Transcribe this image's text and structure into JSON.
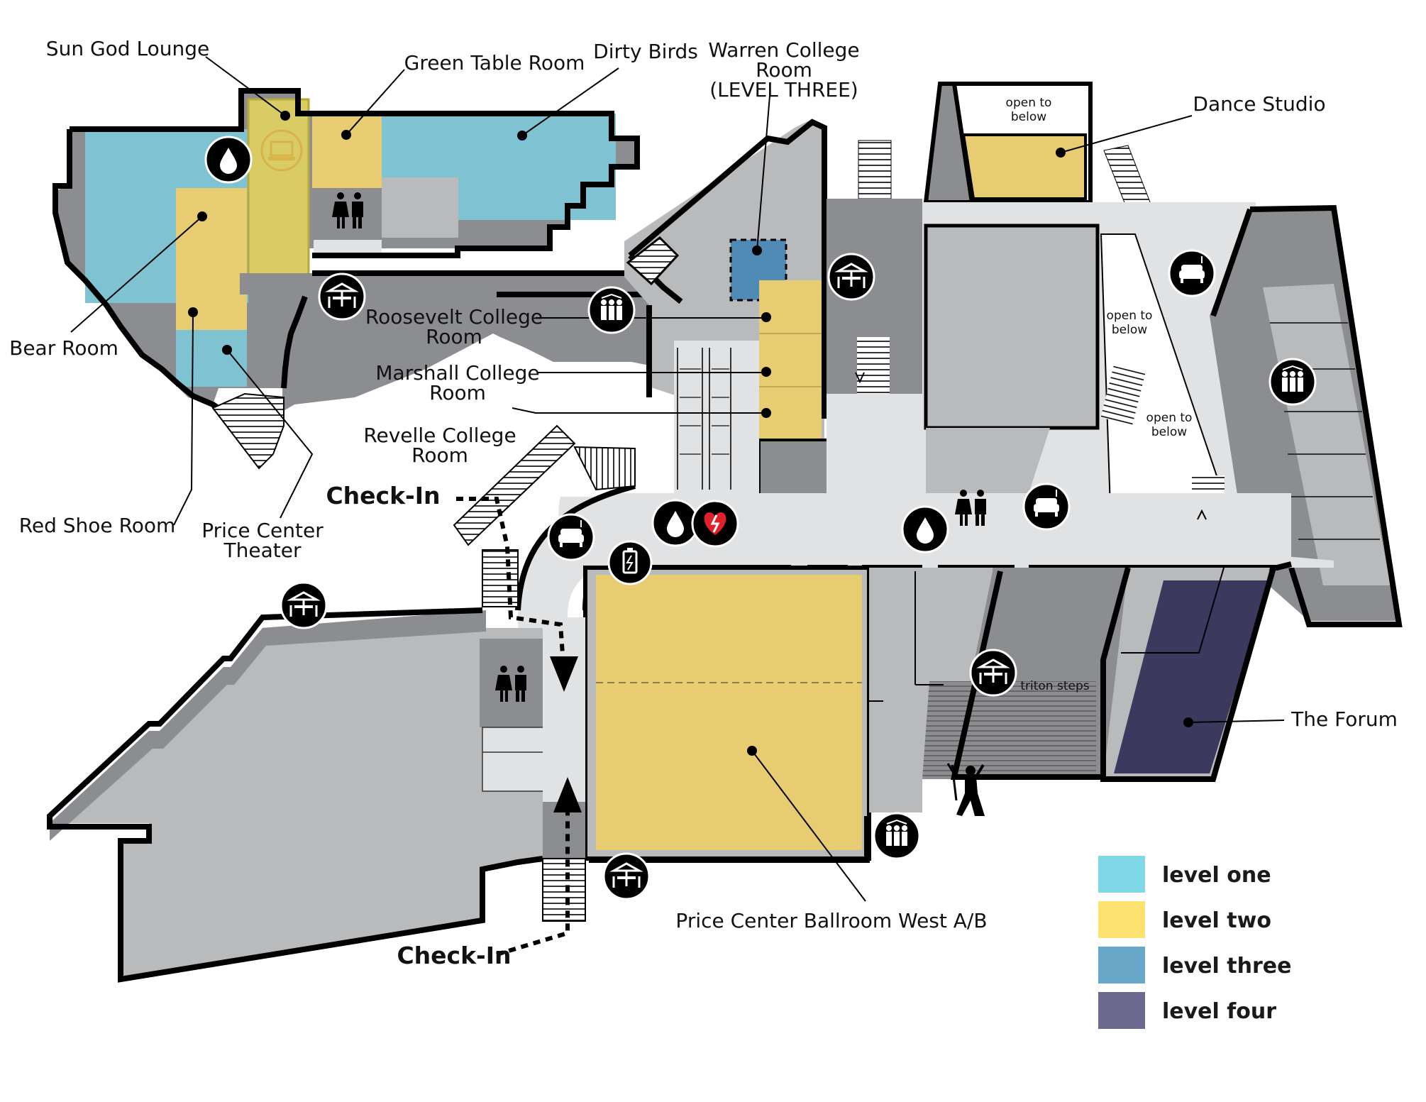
{
  "colors": {
    "level_one": "#7fc3d2",
    "level_two": "#e8cc72",
    "level_three": "#4f8bb5",
    "level_four": "#3b3a5e",
    "floor_dark": "#8c8d90",
    "floor_mid": "#b9babc",
    "floor_light": "#e1e2e3",
    "legend_one": "#7fd8e6",
    "legend_two": "#fde26f",
    "legend_three": "#69a7c9",
    "legend_four": "#6b6a8e"
  },
  "rooms": {
    "sun_god_lounge": "Sun God Lounge",
    "green_table_room": "Green Table Room",
    "dirty_birds": "Dirty Birds",
    "warren_college_room_1": "Warren College",
    "warren_college_room_2": "Room",
    "warren_college_room_3": "(LEVEL THREE)",
    "dance_studio": "Dance Studio",
    "bear_room": "Bear Room",
    "roosevelt_1": "Roosevelt College",
    "roosevelt_2": "Room",
    "marshall_1": "Marshall College",
    "marshall_2": "Room",
    "revelle_1": "Revelle College",
    "revelle_2": "Room",
    "red_shoe_room": "Red Shoe Room",
    "price_center_theater_1": "Price Center",
    "price_center_theater_2": "Theater",
    "ballroom": "Price Center Ballroom West A/B",
    "the_forum": "The Forum",
    "triton_steps": "triton steps"
  },
  "open_to_below": {
    "line1": "open to",
    "line2": "below"
  },
  "check_in": "Check-In",
  "legend": [
    {
      "label": "level one",
      "color": "#7fd8e6"
    },
    {
      "label": "level two",
      "color": "#fde26f"
    },
    {
      "label": "level three",
      "color": "#69a7c9"
    },
    {
      "label": "level four",
      "color": "#6b6a8e"
    }
  ],
  "icons": [
    "water-drop-icon",
    "computer-icon",
    "restroom-icon",
    "dining-table-icon",
    "people-group-icon",
    "aed-heart-icon",
    "charging-battery-icon",
    "lounge-sofa-icon",
    "triton-statue-icon"
  ]
}
